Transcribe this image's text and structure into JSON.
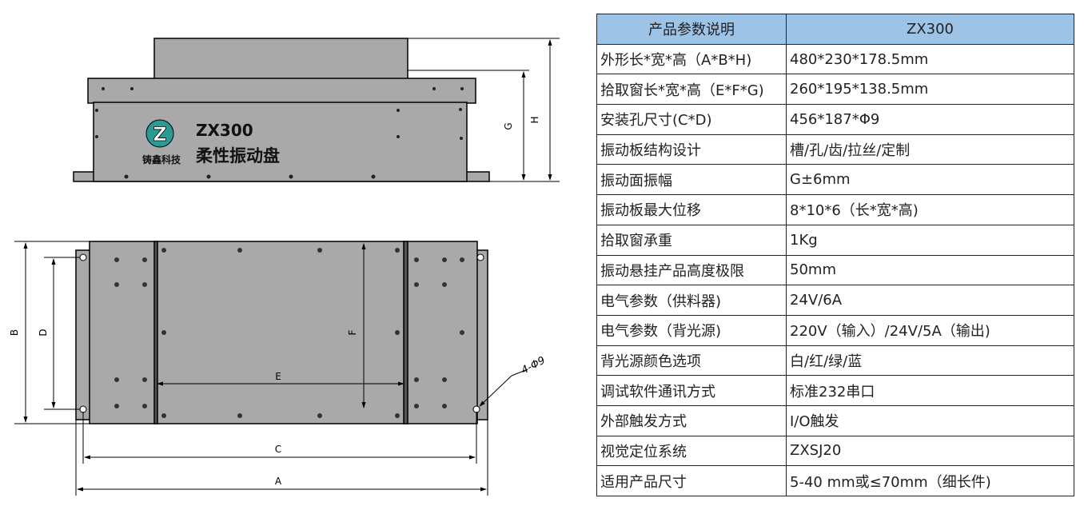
{
  "drawing": {
    "model": "ZX300",
    "product_name": "柔性振动盘",
    "brand": "铸鑫科技",
    "logo_letter": "Z",
    "dims": {
      "A": "A",
      "B": "B",
      "C": "C",
      "D": "D",
      "E": "E",
      "F": "F",
      "G": "G",
      "H": "H",
      "holes": "4-Φ9"
    }
  },
  "table": {
    "header": [
      "产品参数说明",
      "ZX300"
    ],
    "rows": [
      [
        "外形长*宽*高（A*B*H)",
        "480*230*178.5mm"
      ],
      [
        "拾取窗长*宽*高（E*F*G)",
        "260*195*138.5mm"
      ],
      [
        "安装孔尺寸(C*D)",
        "456*187*Φ9"
      ],
      [
        "振动板结构设计",
        "槽/孔/齿/拉丝/定制"
      ],
      [
        "振动面振幅",
        "G±6mm"
      ],
      [
        "振动板最大位移",
        "8*10*6（长*宽*高)"
      ],
      [
        "拾取窗承重",
        "1Kg"
      ],
      [
        "振动悬挂产品高度极限",
        "50mm"
      ],
      [
        "电气参数（供料器)",
        "24V/6A"
      ],
      [
        "电气参数（背光源)",
        "220V（输入）/24V/5A（输出)"
      ],
      [
        "背光源颜色选项",
        "白/红/绿/蓝"
      ],
      [
        "调试软件通讯方式",
        "标准232串口"
      ],
      [
        "外部触发方式",
        "I/O触发"
      ],
      [
        "视觉定位系统",
        "ZXSJ20"
      ],
      [
        "适用产品尺寸",
        "5-40 mm或≤70mm（细长件)"
      ]
    ]
  }
}
